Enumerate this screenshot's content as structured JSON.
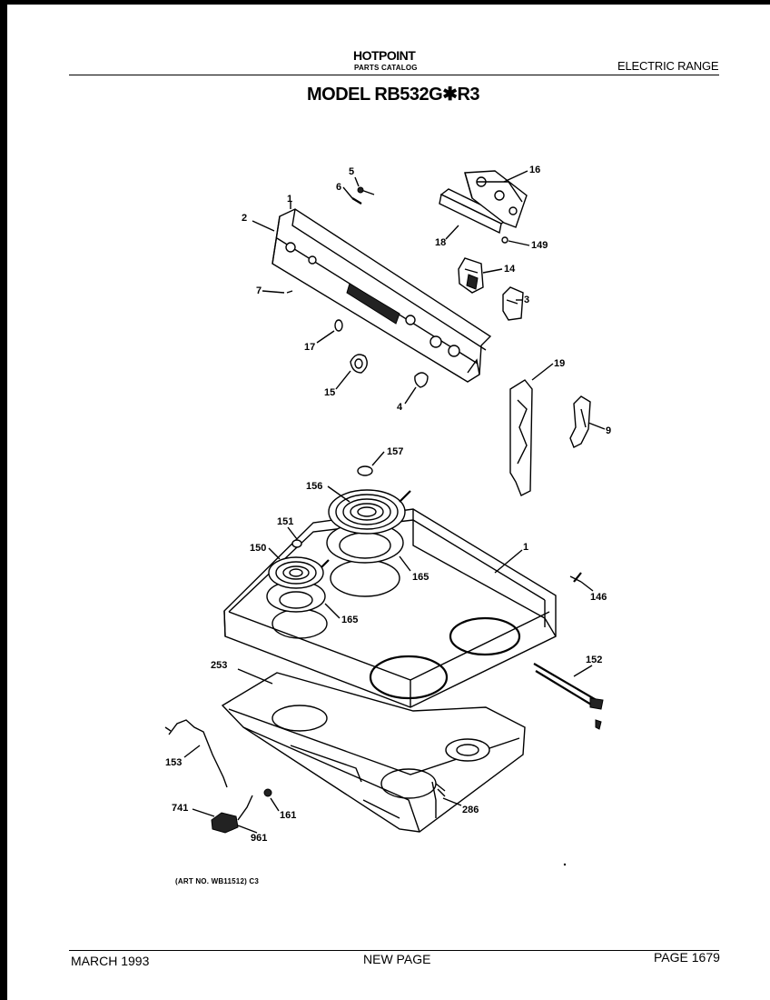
{
  "header": {
    "brand": "HOTPOINT",
    "subtitle": "PARTS CATALOG",
    "category": "ELECTRIC RANGE",
    "model": "MODEL RB532G✱R3"
  },
  "callouts": {
    "p1a": "1",
    "p2": "2",
    "p5": "5",
    "p6": "6",
    "p7": "7",
    "p17": "17",
    "p15": "15",
    "p4": "4",
    "p16": "16",
    "p18": "18",
    "p149": "149",
    "p14": "14",
    "p3": "3",
    "p19": "19",
    "p9": "9",
    "p157": "157",
    "p156": "156",
    "p151": "151",
    "p150": "150",
    "p165a": "165",
    "p165b": "165",
    "p1b": "1",
    "p146": "146",
    "p253": "253",
    "p152": "152",
    "p153": "153",
    "p741": "741",
    "p161": "161",
    "p961": "961",
    "p286": "286"
  },
  "art_number": "(ART NO. WB11512) C3",
  "footer": {
    "date": "MARCH 1993",
    "center": "NEW PAGE",
    "page": "PAGE 1679"
  }
}
